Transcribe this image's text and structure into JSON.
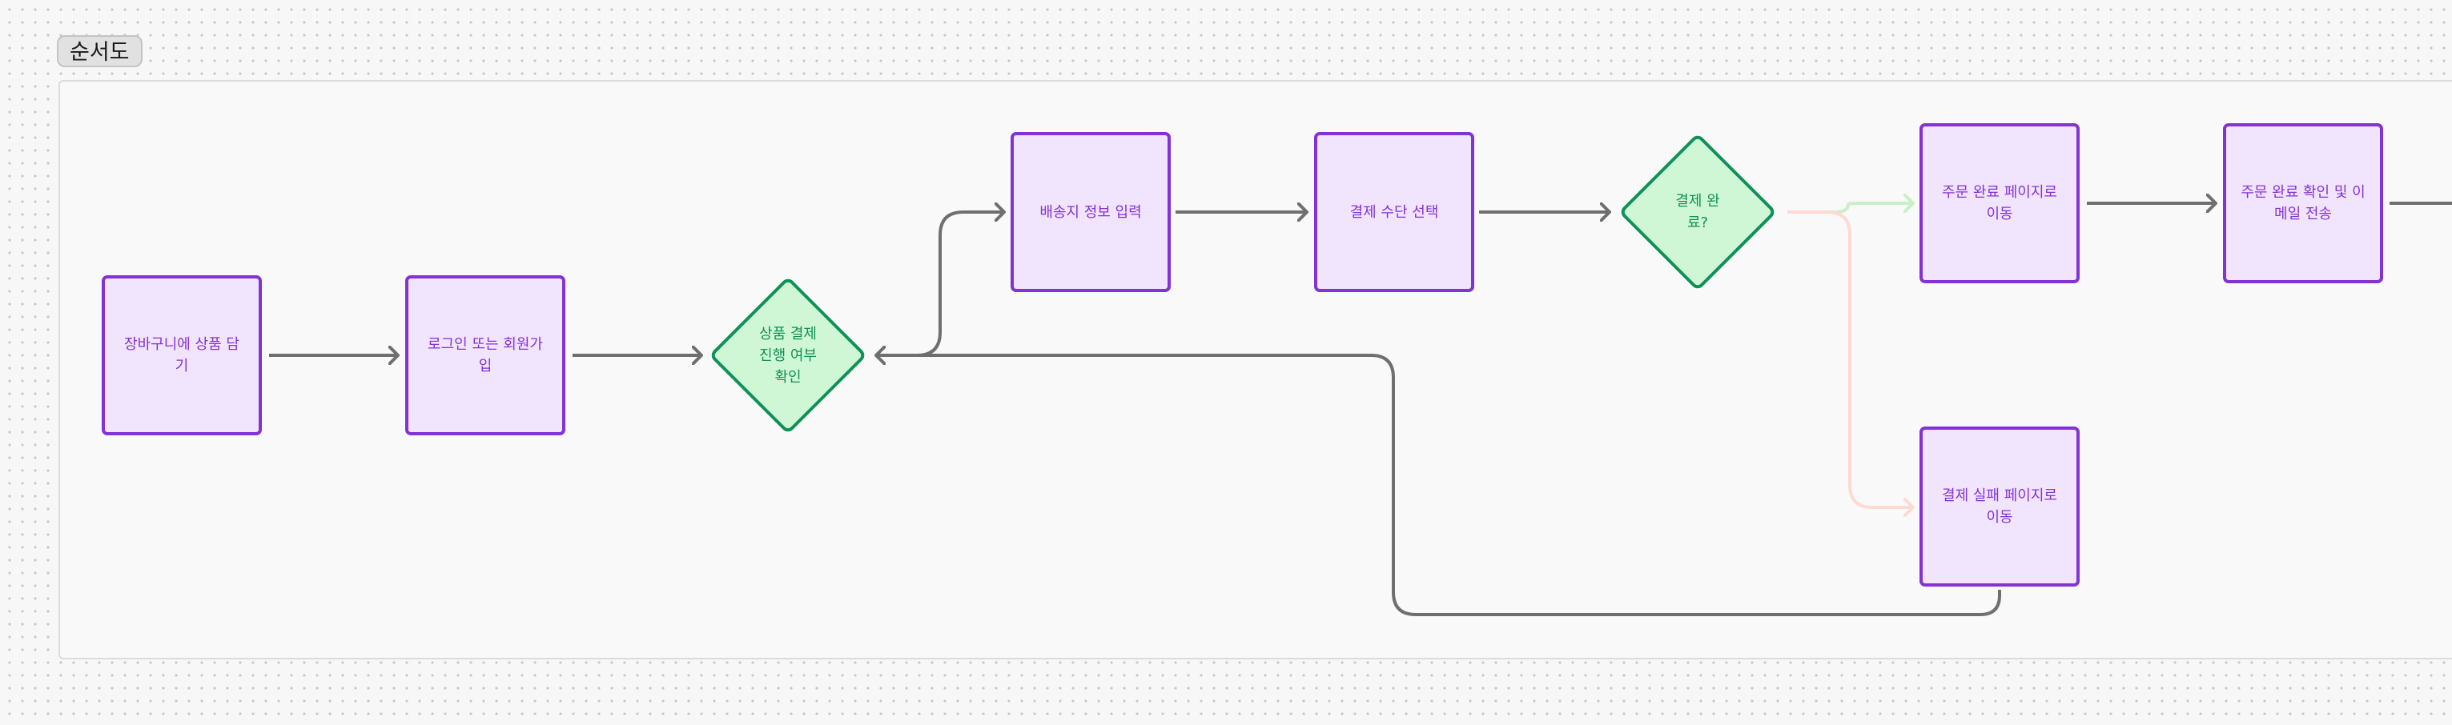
{
  "frame": {
    "title": "순서도"
  },
  "nodes": {
    "n1": "장바구니에 상품 담기",
    "n2": "로그인 또는 회원가입",
    "d1": "상품 결제 진행 여부 확인",
    "n3": "배송지 정보 입력",
    "n4": "결제 수단 선택",
    "d2": "결제 완료?",
    "n5": "주문 완료 페이지로 이동",
    "n6": "주문 완료 확인 및 이메일 전송",
    "n7": "결제 실패 페이지로 이동"
  },
  "colors": {
    "process_fill": "#f1e4fd",
    "process_border": "#8332d6",
    "decision_fill": "#d0f7d5",
    "decision_border": "#0f9157",
    "edge": "#6f6f6f",
    "edge_yes": "#c8f0c8",
    "edge_no": "#ffd9d4"
  }
}
